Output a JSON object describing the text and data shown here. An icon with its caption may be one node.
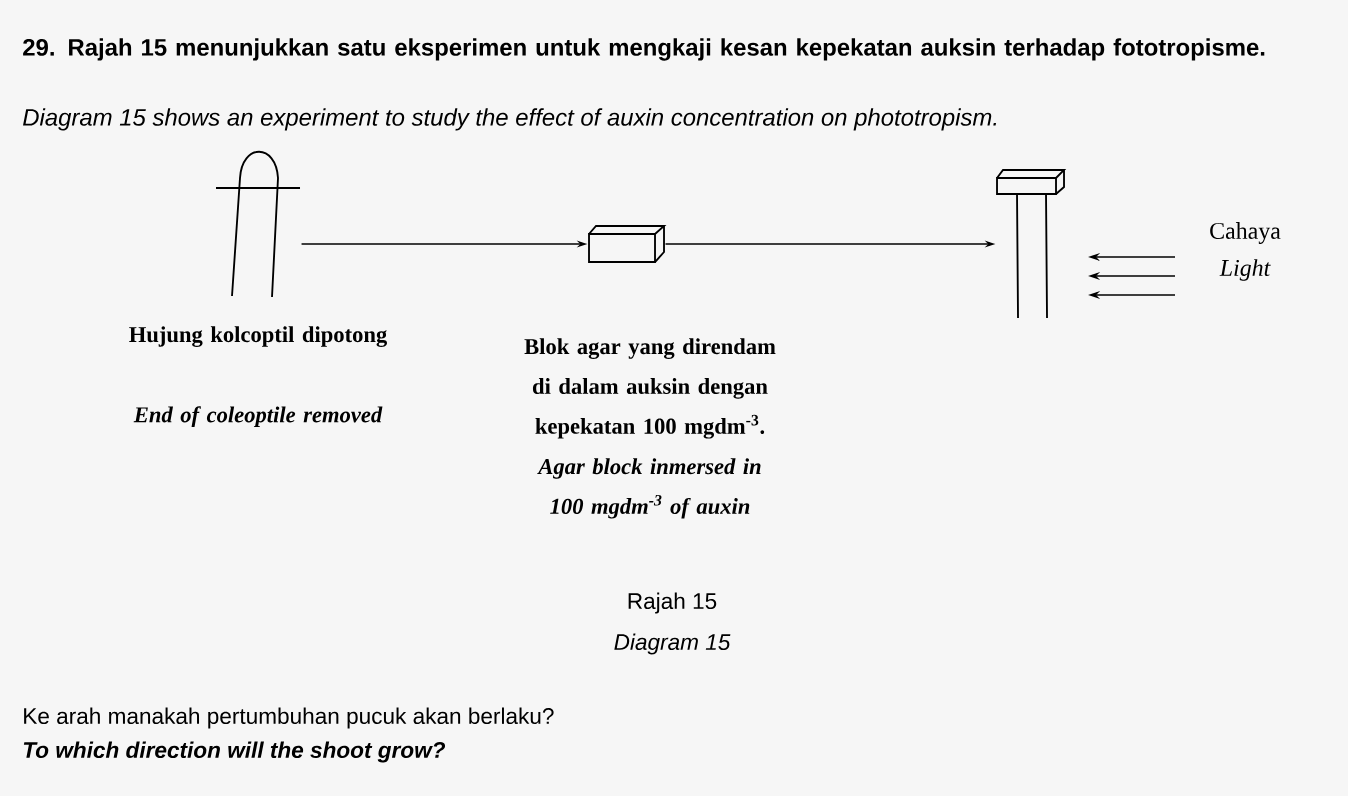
{
  "diagram": {
    "title": "29. Rajah 15 menunjukkan satu eksperimen untuk mengkaji kesan kepekatan auksin terhadap fototropisme.",
    "nodes": [
      {
        "text": [],
        "shape": "picture",
        "beside": [
          "Hujung kolcoptil dipotong",
          "End of coleoptile removed"
        ]
      },
      {
        "text": [],
        "shape": "box",
        "beside": [
          "Blok agar yang direndam di dalam auksin dengan kepekatan 100 mgdm$^{-3}$.",
          "Agar block inmersed in 100 mgdm$^{-3}$ of auxin"
        ]
      },
      {
        "text": [],
        "shape": "picture"
      }
    ],
    "edges": [
      {
        "from": 0,
        "to": 1,
        "arrow": "to"
      },
      {
        "from": 1,
        "to": 2,
        "arrow": "to"
      }
    ],
    "labels": [
      "Diagram 15 shows an experiment to study the effect of auxin concentration on phototropism.",
      "Cahaya",
      "Light",
      "Rajah 15",
      "Diagram 15",
      "Ke arah manakah pertumbuhan pucuk akan berlaku?",
      "To which direction will the shoot grow?"
    ]
  }
}
